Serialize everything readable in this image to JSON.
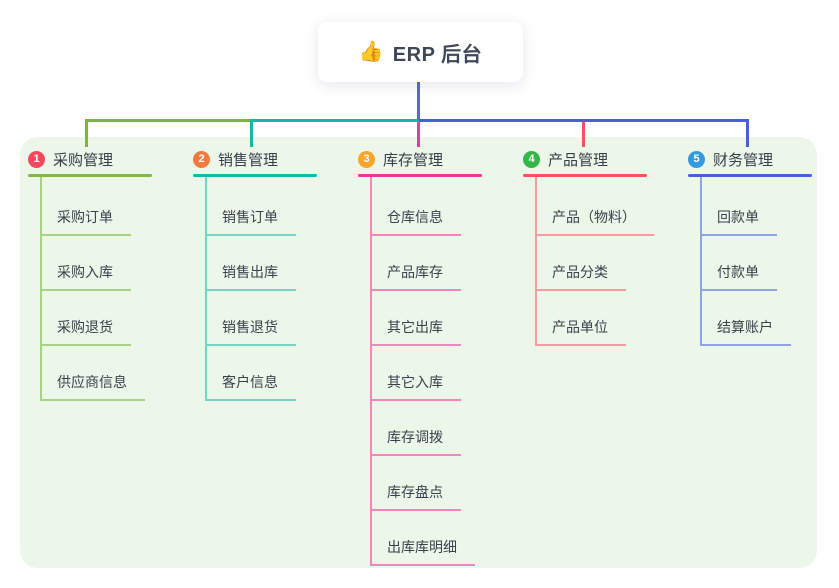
{
  "root": {
    "icon": "👍",
    "title": "ERP 后台"
  },
  "colors": {
    "panel_bg": "#ecf7e9",
    "root_drop": "#5a68c8",
    "branch_main": [
      "#82b843",
      "#12b7a8",
      "#e23a98",
      "#f5515f",
      "#4a5fd5"
    ],
    "branch_soft": [
      "#a6d287",
      "#74d2c7",
      "#f186bd",
      "#f89aa2",
      "#90a2e6"
    ],
    "badges": [
      "#f5495f",
      "#f57a3d",
      "#f9a62a",
      "#35b54a",
      "#3599e0"
    ]
  },
  "branches": [
    {
      "num": "1",
      "label": "采购管理",
      "children": [
        "采购订单",
        "采购入库",
        "采购退货",
        "供应商信息"
      ]
    },
    {
      "num": "2",
      "label": "销售管理",
      "children": [
        "销售订单",
        "销售出库",
        "销售退货",
        "客户信息"
      ]
    },
    {
      "num": "3",
      "label": "库存管理",
      "children": [
        "仓库信息",
        "产品库存",
        "其它出库",
        "其它入库",
        "库存调拨",
        "库存盘点",
        "出库库明细"
      ]
    },
    {
      "num": "4",
      "label": "产品管理",
      "children": [
        "产品（物料）",
        "产品分类",
        "产品单位"
      ]
    },
    {
      "num": "5",
      "label": "财务管理",
      "children": [
        "回款单",
        "付款单",
        "结算账户"
      ]
    }
  ]
}
